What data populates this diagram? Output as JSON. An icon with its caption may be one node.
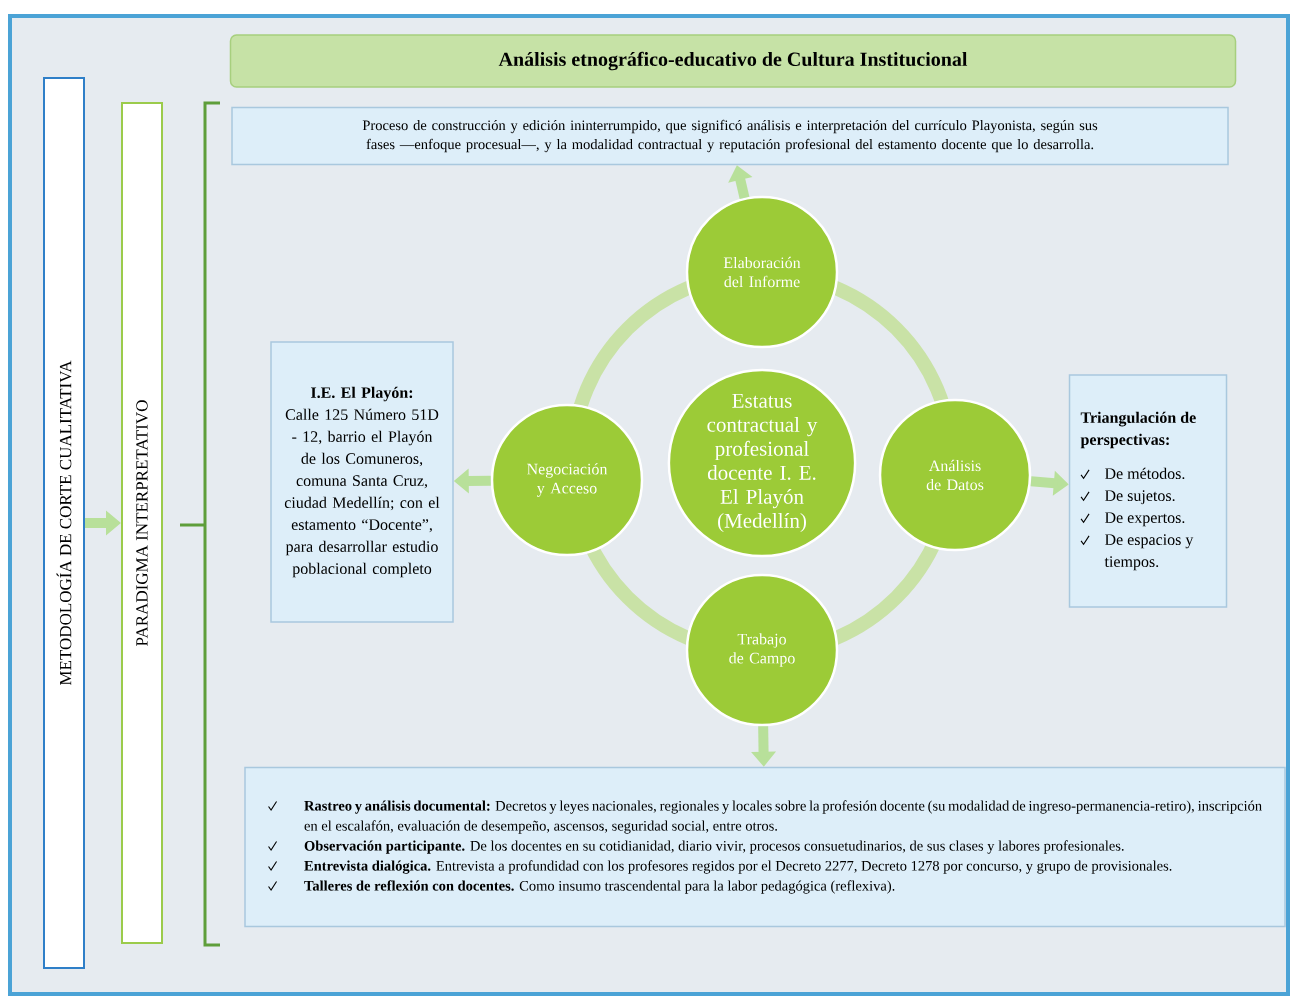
{
  "diagram": {
    "nodes": [
      {
        "text": [
          "METODOLOGÍA  DE CORTE CUALITATIVA"
        ]
      },
      {
        "text": [
          "PARADIGMA  INTERPRETATIVO"
        ]
      },
      {
        "text": [
          "Análisis etnográfico-educativo de Cultura Institucional"
        ]
      },
      {
        "text": [
          "Proceso de construcción y edición ininterrumpido, que significó análisis e interpretación del currículo Playonista, según sus fases —enfoque procesual—, y la modalidad contractual y reputación profesional del estamento docente que lo desarrolla."
        ]
      },
      {
        "text": [
          "Estatus contractual y profesional docente I. E. El Playón (Medellín)"
        ]
      },
      {
        "text": [
          "Elaboración del Informe"
        ]
      },
      {
        "text": [
          "Análisis de Datos"
        ]
      },
      {
        "text": [
          "Trabajo de Campo"
        ]
      },
      {
        "text": [
          "Negociación y Acceso"
        ]
      },
      {
        "text": [
          "I.E. El Playón:",
          "Calle 125 Número 51D - 12, barrio el Playón de los Comuneros, comuna Santa Cruz, ciudad Medellín; con el estamento “Docente”, para desarrollar estudio poblacional completo"
        ]
      },
      {
        "text": [
          "Triangulación de perspectivas:",
          "De métodos.",
          "De sujetos.",
          "De expertos.",
          "De espacios y tiempos."
        ]
      },
      {
        "text": [
          "**Rastreo y análisis documental:** Decretos y leyes nacionales, regionales y locales sobre la profesión docente (su modalidad de ingreso-permanencia-retiro), inscripción en el escalafón, evaluación de desempeño, ascensos, seguridad social, entre otros.",
          "**Observación participante.** De los docentes en su cotidianidad, diario vivir, procesos consuetudinarios, de sus clases y labores profesionales.",
          "**Entrevista dialógica.** Entrevista a profundidad con los profesores regidos por el Decreto 2277, Decreto 1278 por concurso, y grupo de provisionales.",
          "**Talleres de reflexión con docentes.** Como insumo trascendental para la labor pedagógica (reflexiva)."
        ]
      }
    ],
    "edges": [
      {
        "from": 0,
        "to": 1,
        "arrow": "to"
      },
      {
        "from": 5,
        "to": 3,
        "arrow": "to"
      },
      {
        "from": 8,
        "to": 9,
        "arrow": "to"
      },
      {
        "from": 6,
        "to": 10,
        "arrow": "to"
      },
      {
        "from": 7,
        "to": 11,
        "arrow": "to"
      }
    ]
  }
}
